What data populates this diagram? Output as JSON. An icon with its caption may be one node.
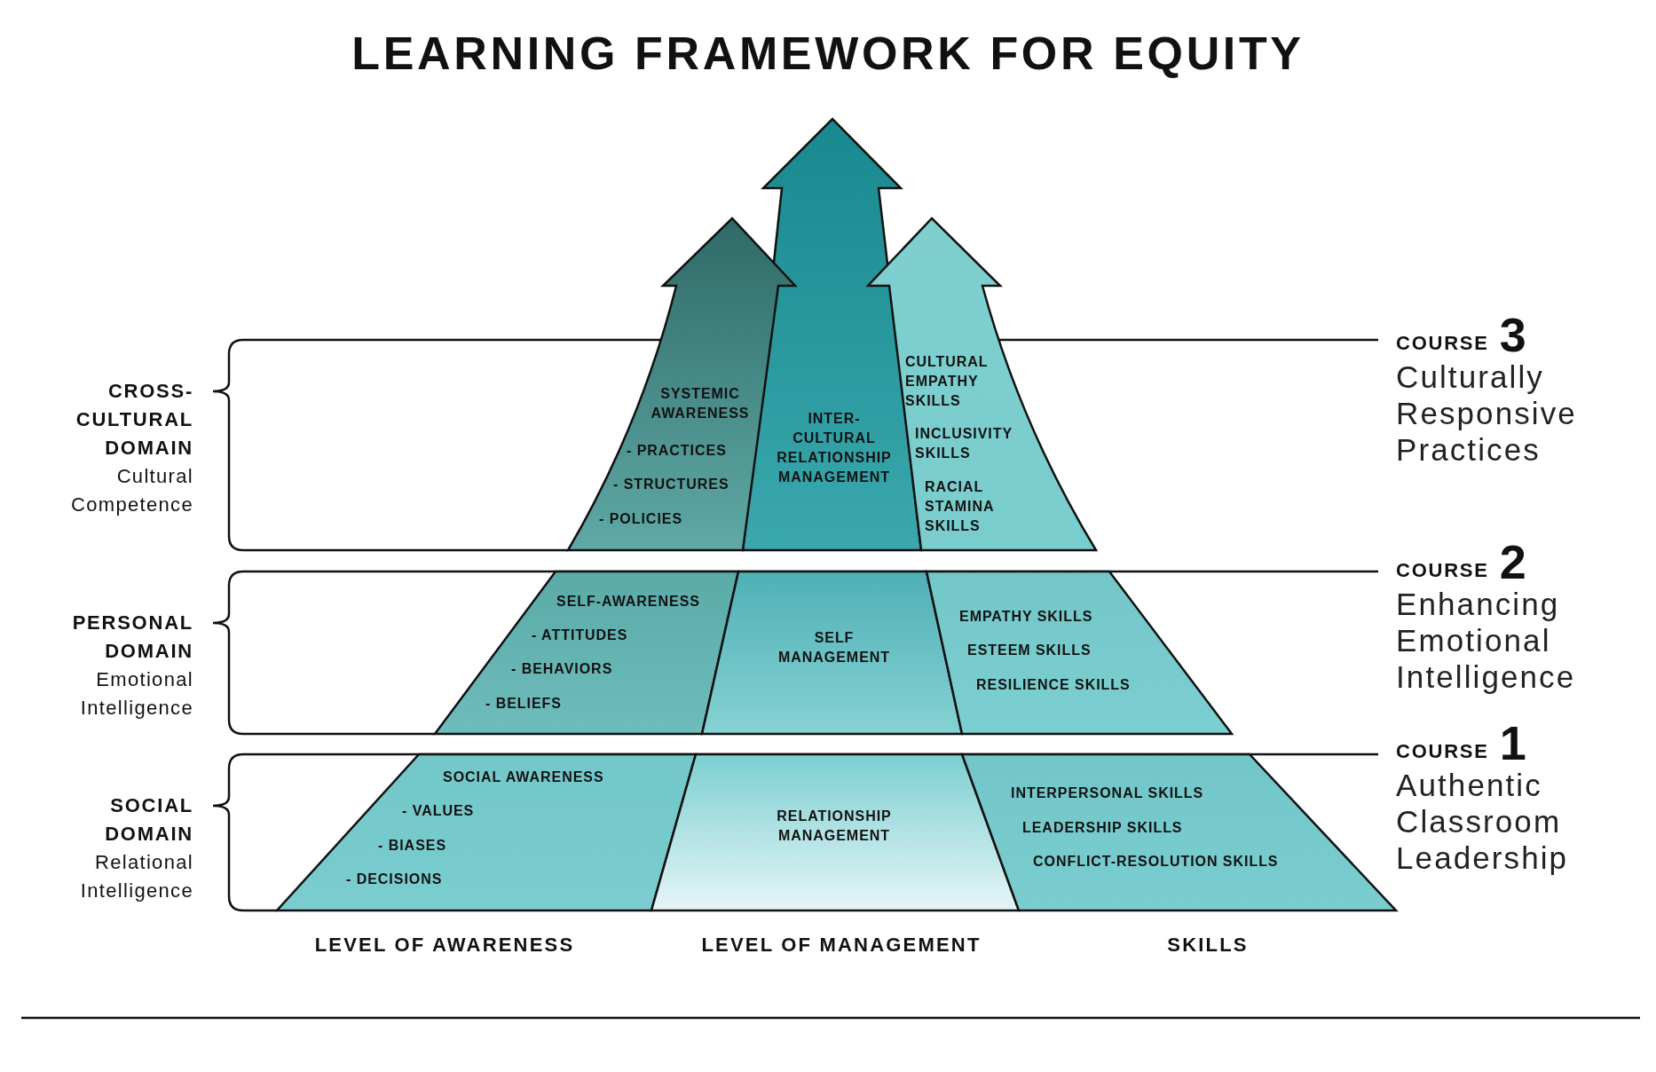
{
  "diagram": {
    "title": "LEARNING FRAMEWORK FOR EQUITY",
    "nodes": [
      {
        "text": [
          "SYSTEMIC AWARENESS",
          "- PRACTICES",
          "- STRUCTURES",
          "- POLICIES"
        ]
      },
      {
        "text": [
          "INTER-CULTURAL RELATIONSHIP MANAGEMENT"
        ]
      },
      {
        "text": [
          "CULTURAL EMPATHY SKILLS",
          "INCLUSIVITY SKILLS",
          "RACIAL STAMINA SKILLS"
        ]
      },
      {
        "text": [
          "SELF-AWARENESS",
          "- ATTITUDES",
          "- BEHAVIORS",
          "- BELIEFS"
        ]
      },
      {
        "text": [
          "SELF MANAGEMENT"
        ]
      },
      {
        "text": [
          "EMPATHY SKILLS",
          "ESTEEM SKILLS",
          "RESILIENCE SKILLS"
        ]
      },
      {
        "text": [
          "SOCIAL AWARENESS",
          "- VALUES",
          "- BIASES",
          "- DECISIONS"
        ]
      },
      {
        "text": [
          "RELATIONSHIP MANAGEMENT"
        ]
      },
      {
        "text": [
          "INTERPERSONAL SKILLS",
          "LEADERSHIP SKILLS",
          "CONFLICT-RESOLUTION SKILLS"
        ]
      }
    ],
    "labels": [
      "CROSS-CULTURAL DOMAIN",
      "Cultural Competence",
      "COURSE",
      "3",
      "Culturally Responsive Practices",
      "PERSONAL DOMAIN",
      "Emotional Intelligence",
      "COURSE",
      "2",
      "Enhancing Emotional Intelligence",
      "SOCIAL DOMAIN",
      "Relational Intelligence",
      "COURSE",
      "1",
      "Authentic Classroom Leadership",
      "LEVEL OF AWARENESS",
      "LEVEL OF MANAGEMENT",
      "SKILLS"
    ]
  }
}
